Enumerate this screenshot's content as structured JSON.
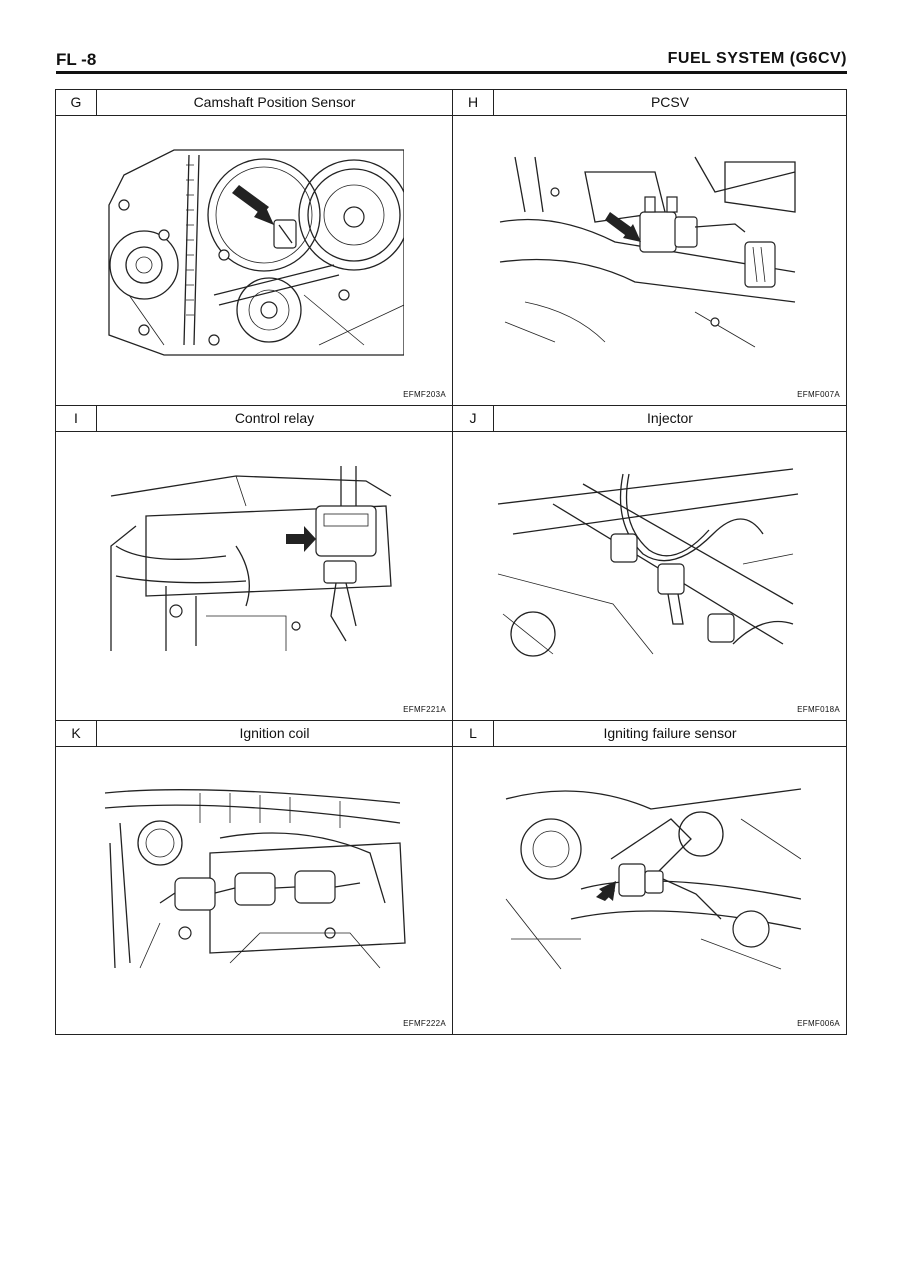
{
  "header": {
    "page_number": "FL -8",
    "section_title": "FUEL SYSTEM (G6CV)"
  },
  "panels": [
    {
      "letter": "G",
      "title": "Camshaft Position Sensor",
      "figure_code": "EFMF203A"
    },
    {
      "letter": "H",
      "title": "PCSV",
      "figure_code": "EFMF007A"
    },
    {
      "letter": "I",
      "title": "Control relay",
      "figure_code": "EFMF221A"
    },
    {
      "letter": "J",
      "title": "Injector",
      "figure_code": "EFMF018A"
    },
    {
      "letter": "K",
      "title": "Ignition coil",
      "figure_code": "EFMF222A"
    },
    {
      "letter": "L",
      "title": "Igniting failure sensor",
      "figure_code": "EFMF006A"
    }
  ]
}
